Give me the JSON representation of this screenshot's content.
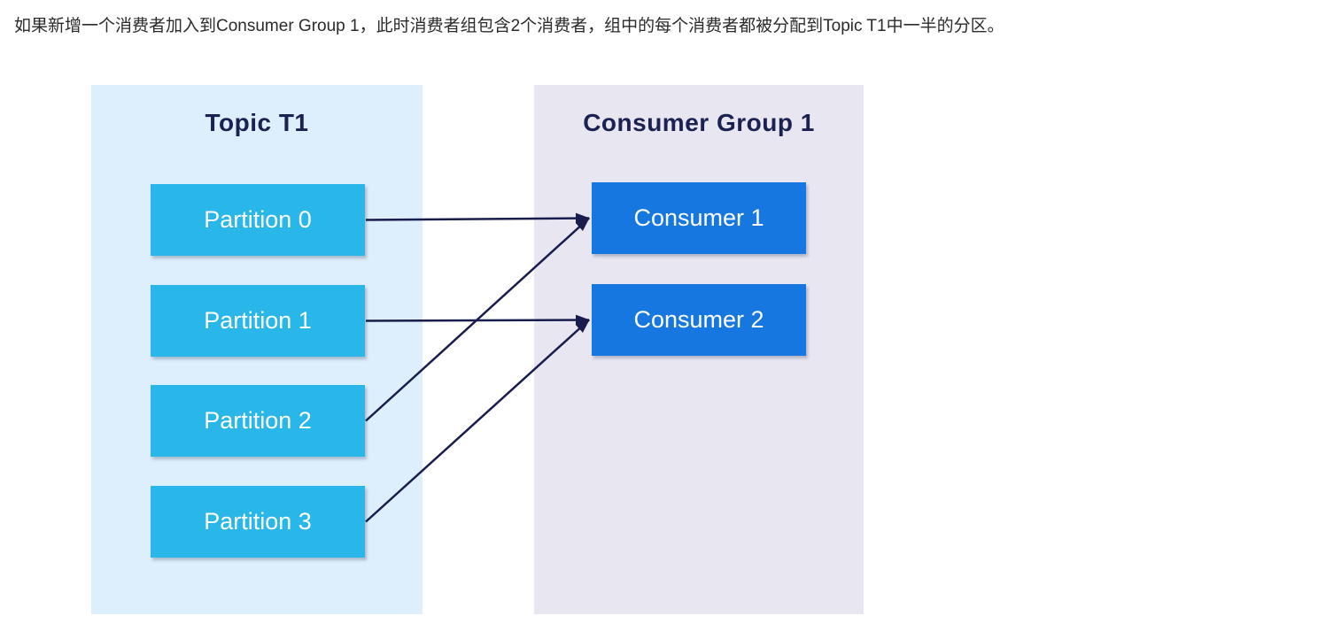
{
  "caption": "如果新增一个消费者加入到Consumer Group 1，此时消费者组包含2个消费者，组中的每个消费者都被分配到Topic T1中一半的分区。",
  "diagram": {
    "topic_panel": {
      "title": "Topic T1",
      "partitions": [
        {
          "label": "Partition 0"
        },
        {
          "label": "Partition 1"
        },
        {
          "label": "Partition 2"
        },
        {
          "label": "Partition 3"
        }
      ]
    },
    "consumer_panel": {
      "title": "Consumer Group 1",
      "consumers": [
        {
          "label": "Consumer 1"
        },
        {
          "label": "Consumer 2"
        }
      ]
    },
    "arrows": [
      {
        "from": "partition-0-box",
        "to": "consumer-1-box"
      },
      {
        "from": "partition-1-box",
        "to": "consumer-2-box"
      },
      {
        "from": "partition-2-box",
        "to": "consumer-1-box"
      },
      {
        "from": "partition-3-box",
        "to": "consumer-2-box"
      }
    ],
    "colors": {
      "partition_box": "#29b6e8",
      "consumer_box": "#1677e0",
      "topic_panel_bg": "#ddeefc",
      "consumer_panel_bg": "#e8e6f1",
      "title_text": "#1b2150",
      "arrow": "#191d4d"
    }
  }
}
